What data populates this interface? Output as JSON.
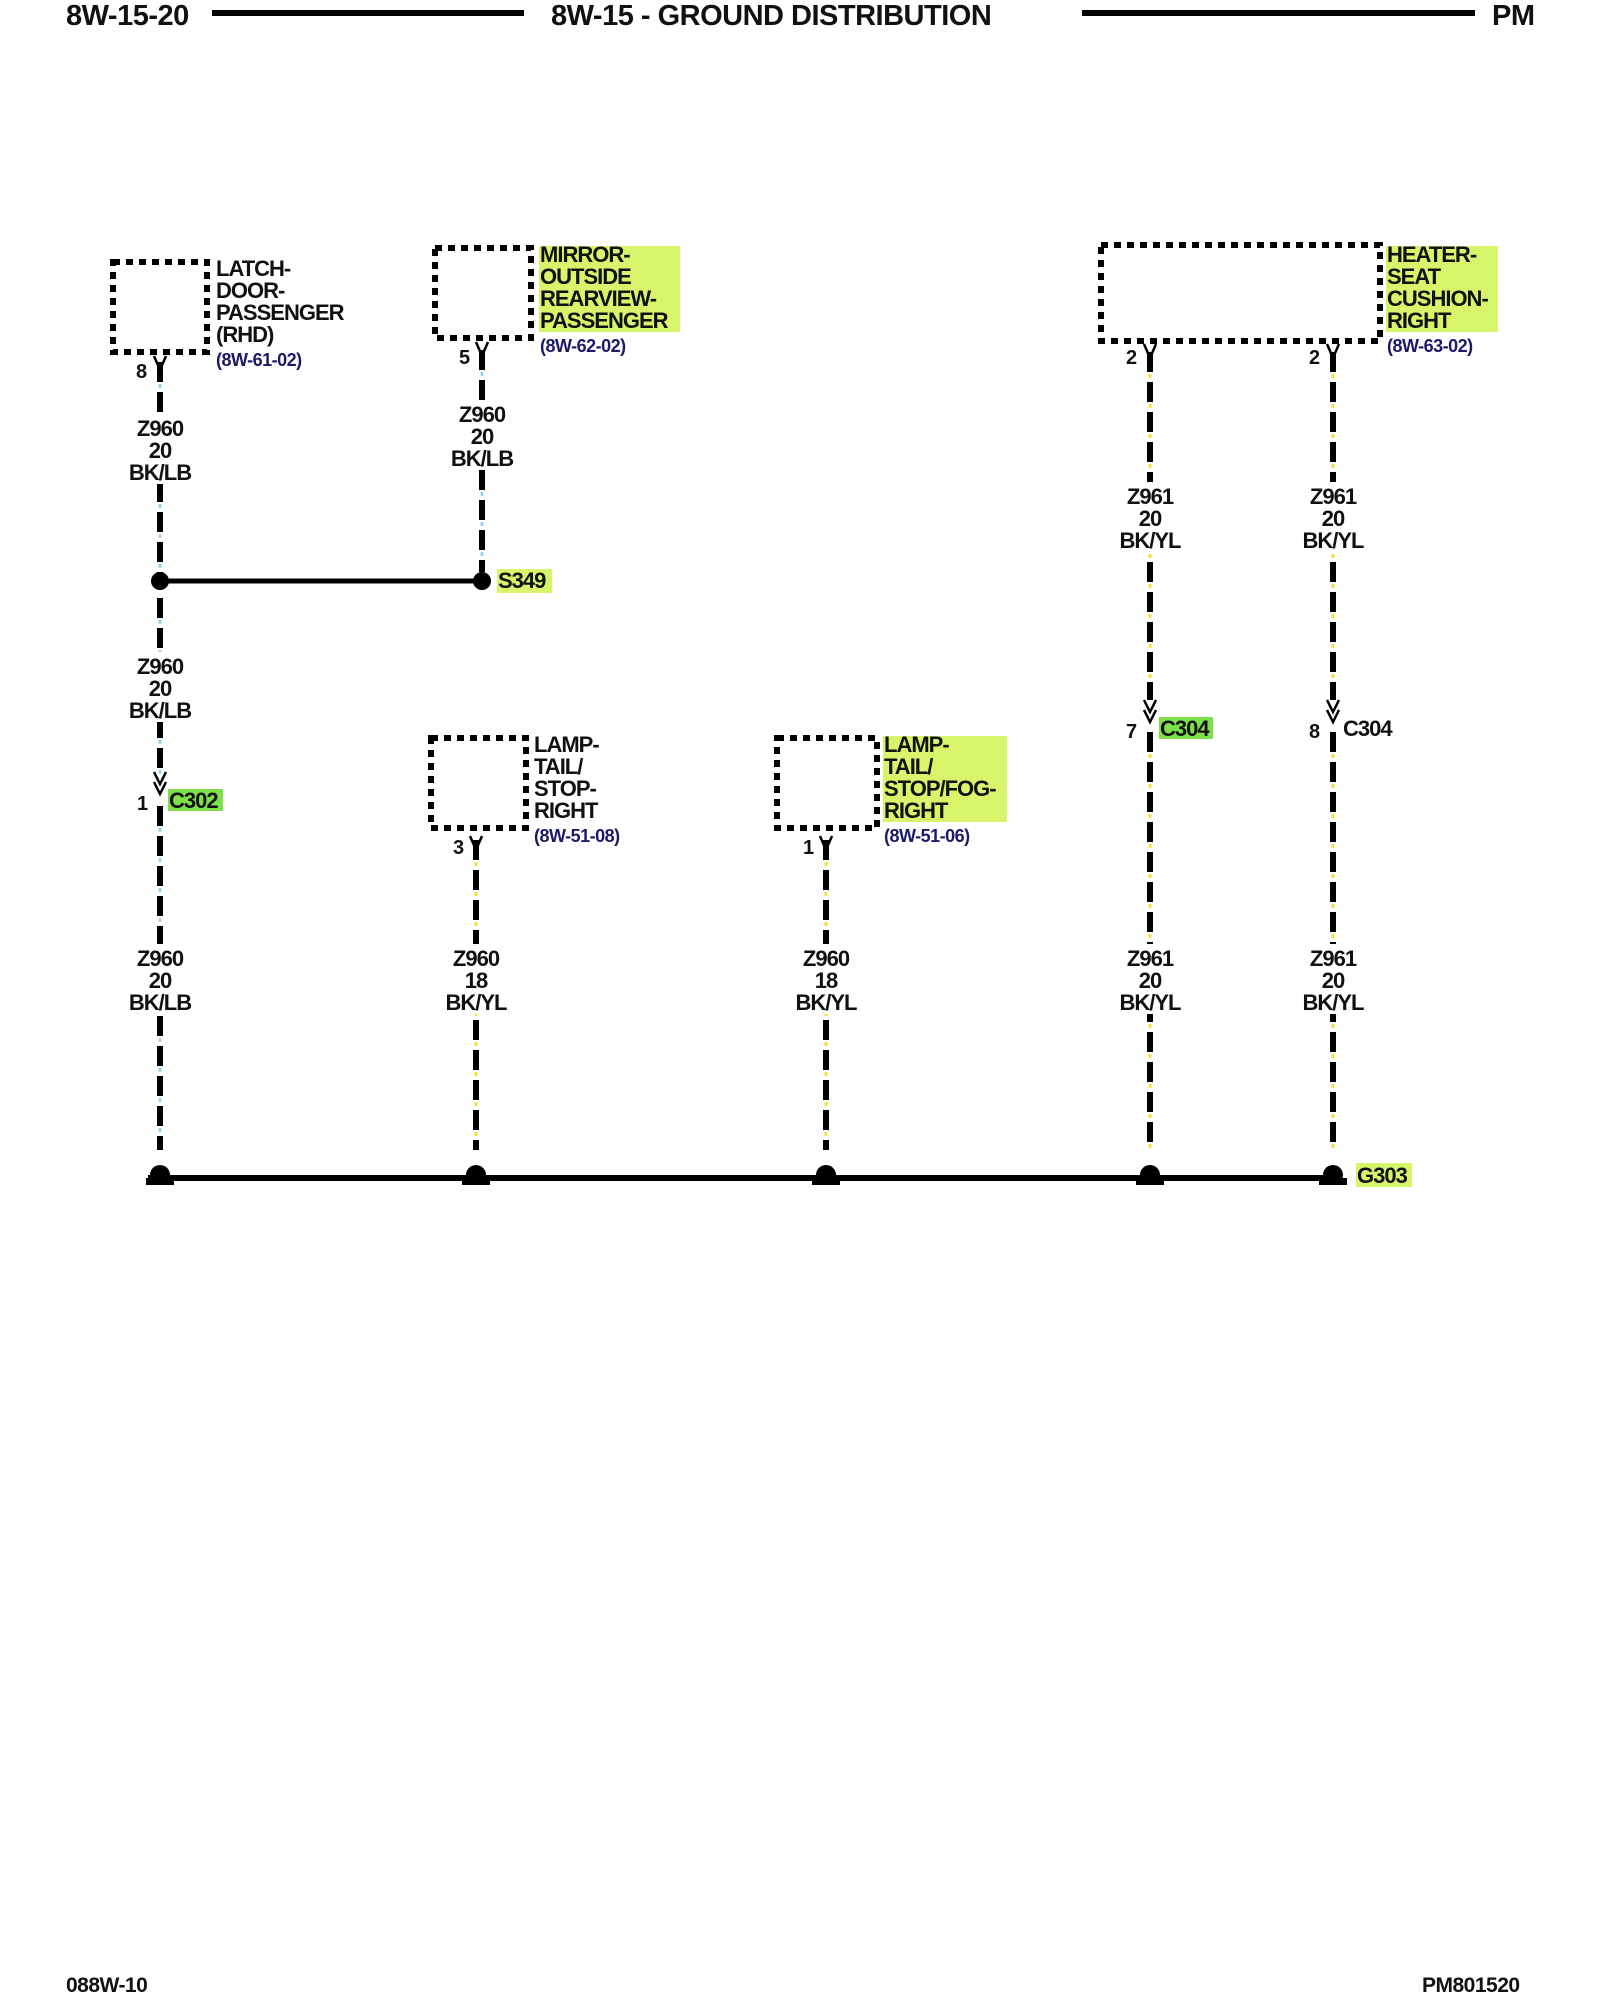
{
  "header": {
    "left": "8W-15-20",
    "center": "8W-15 - GROUND DISTRIBUTION",
    "right": "PM"
  },
  "footer": {
    "left": "088W-10",
    "right": "PM801520"
  },
  "components": {
    "latch": {
      "lines": [
        "LATCH-",
        "DOOR-",
        "PASSENGER",
        "(RHD)"
      ],
      "ref": "(8W-61-02)",
      "pin": "8"
    },
    "mirror": {
      "lines": [
        "MIRROR-",
        "OUTSIDE",
        "REARVIEW-",
        "PASSENGER"
      ],
      "ref": "(8W-62-02)",
      "pin": "5"
    },
    "heater": {
      "lines": [
        "HEATER-",
        "SEAT",
        "CUSHION-",
        "RIGHT"
      ],
      "ref": "(8W-63-02)",
      "pin_left": "2",
      "pin_right": "2"
    },
    "lamp_tail": {
      "lines": [
        "LAMP-",
        "TAIL/",
        "STOP-",
        "RIGHT"
      ],
      "ref": "(8W-51-08)",
      "pin": "3"
    },
    "lamp_fog": {
      "lines": [
        "LAMP-",
        "TAIL/",
        "STOP/FOG-",
        "RIGHT"
      ],
      "ref": "(8W-51-06)",
      "pin": "1"
    }
  },
  "splice": {
    "name": "S349"
  },
  "ground": {
    "name": "G303"
  },
  "connectors": {
    "c302": {
      "name": "C302",
      "pin": "1"
    },
    "c304a": {
      "name": "C304",
      "pin": "7"
    },
    "c304b": {
      "name": "C304",
      "pin": "8"
    }
  },
  "wires": {
    "w1": [
      "Z960",
      "20",
      "BK/LB"
    ],
    "w2": [
      "Z960",
      "20",
      "BK/LB"
    ],
    "w3": [
      "Z960",
      "20",
      "BK/LB"
    ],
    "w4": [
      "Z960",
      "20",
      "BK/LB"
    ],
    "w5": [
      "Z960",
      "18",
      "BK/YL"
    ],
    "w6": [
      "Z960",
      "18",
      "BK/YL"
    ],
    "w7": [
      "Z961",
      "20",
      "BK/YL"
    ],
    "w8": [
      "Z961",
      "20",
      "BK/YL"
    ],
    "w9": [
      "Z961",
      "20",
      "BK/YL"
    ],
    "w10": [
      "Z961",
      "20",
      "BK/YL"
    ]
  },
  "colors": {
    "highlight": "#d7f56a",
    "highlight_green": "#7ee04a",
    "stripe_lb": "#9fd4ee",
    "stripe_yl": "#f2e23a"
  }
}
